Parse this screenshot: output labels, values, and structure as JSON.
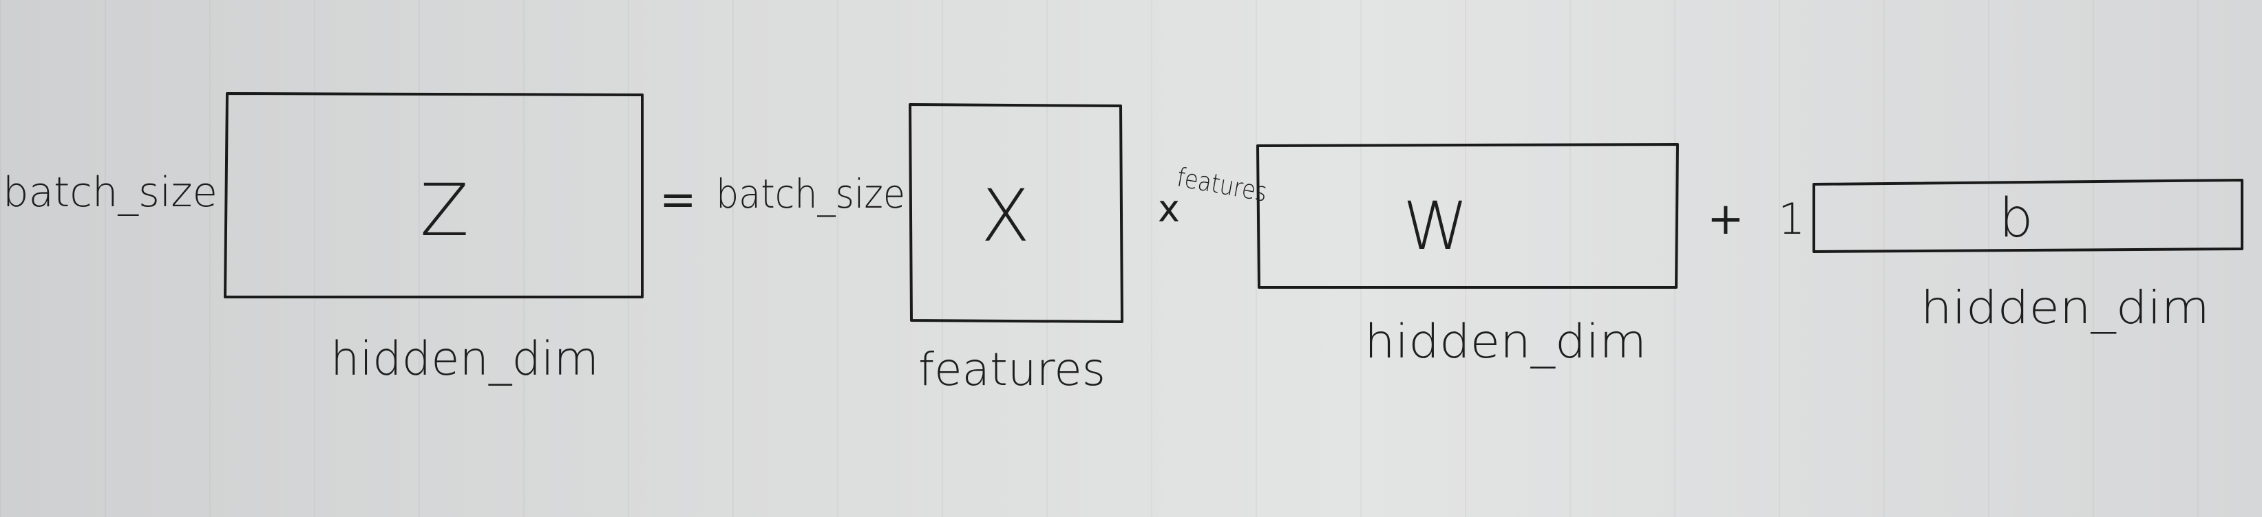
{
  "diagram": {
    "z_block": {
      "letter": "Z",
      "row_label": "batch_size",
      "col_label": "hidden_dim"
    },
    "equals": "=",
    "x_block": {
      "letter": "X",
      "row_label": "batch_size",
      "col_label": "features"
    },
    "times": "x",
    "w_block": {
      "letter": "W",
      "row_label": "features",
      "col_label": "hidden_dim"
    },
    "plus": "+",
    "b_block": {
      "letter": "b",
      "row_label": "1",
      "col_label": "hidden_dim"
    }
  }
}
